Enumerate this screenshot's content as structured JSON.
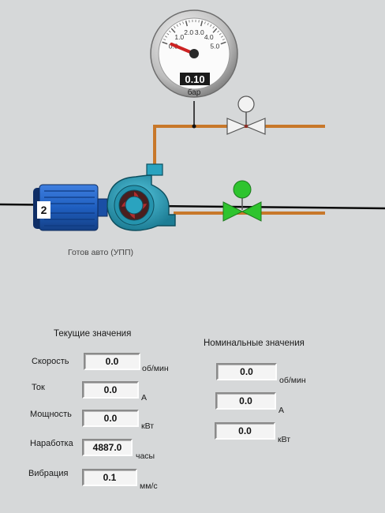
{
  "gauge": {
    "ticks": [
      "0.0",
      "1.0",
      "2.0",
      "3.0",
      "4.0",
      "5.0"
    ],
    "value": 0.1,
    "readout": "0.10",
    "unit": "бар",
    "needle_color": "#cc2222"
  },
  "pump": {
    "number": "2",
    "status": "Готов авто (УПП)",
    "motor_color": "#1f5fc0",
    "volute_color": "#2aa3bf"
  },
  "valves": {
    "upper": {
      "state": "closed",
      "color": "#f2f2f2"
    },
    "lower": {
      "state": "open",
      "color": "#2ec42e"
    }
  },
  "pipe_color": "#c8782a",
  "current": {
    "title": "Текущие значения",
    "rows": [
      {
        "label": "Скорость",
        "value": "0.0",
        "unit": "об/мин"
      },
      {
        "label": "Ток",
        "value": "0.0",
        "unit": "А"
      },
      {
        "label": "Мощность",
        "value": "0.0",
        "unit": "кВт"
      },
      {
        "label": "Наработка",
        "value": "4887.0",
        "unit": "часы"
      },
      {
        "label": "Вибрация",
        "value": "0.1",
        "unit": "мм/с"
      }
    ]
  },
  "nominal": {
    "title": "Номинальные значения",
    "rows": [
      {
        "value": "0.0",
        "unit": "об/мин"
      },
      {
        "value": "0.0",
        "unit": "А"
      },
      {
        "value": "0.0",
        "unit": "кВт"
      }
    ]
  }
}
